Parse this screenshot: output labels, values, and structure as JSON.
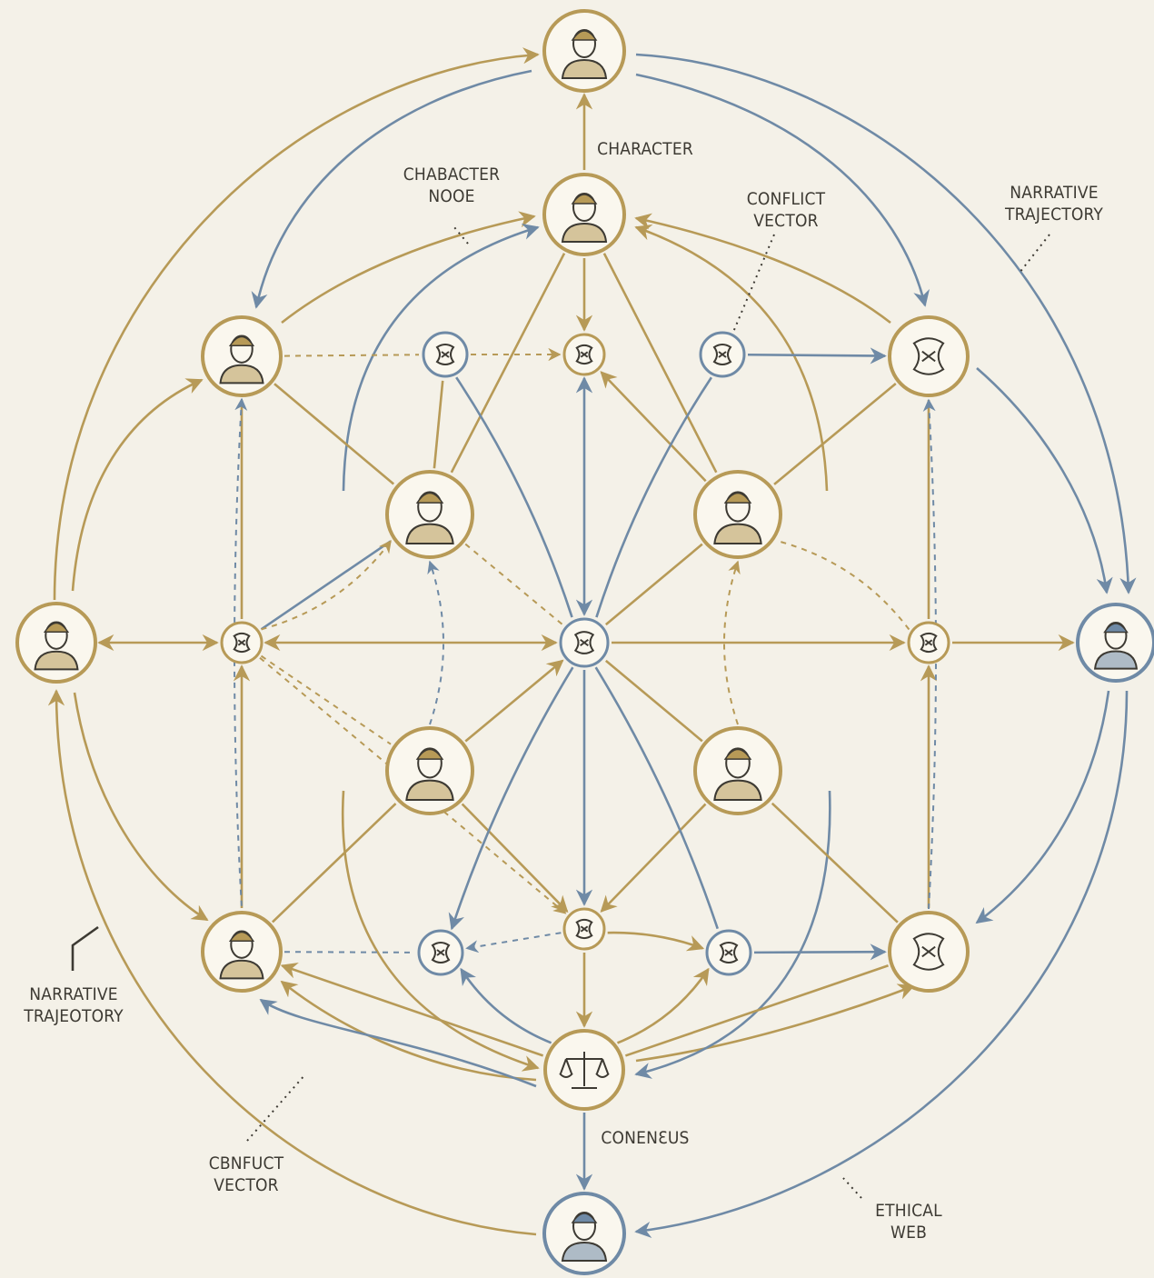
{
  "colors": {
    "background": "#f4f1e8",
    "gold": "#b79a57",
    "blue": "#6f8aa6",
    "ink": "#3d3a33",
    "node_fill": "#faf7ee"
  },
  "labels": {
    "character": "CHARACTER",
    "character_node": "CHABACTER\nNOOE",
    "conflict_vector_top": "CONFLICT\nVECTOR",
    "narrative_trajectory_top": "NARRATIVE\nTRAJECTORY",
    "narrative_trajectory_left": "NARRATIVE\nTRAJEOTORY",
    "consensus": "CONENƐUS",
    "conflict_vector_bottom": "CBNFUCT\nVECTOR",
    "ethical_web": "ETHICAL\nWEB"
  },
  "nodes": [
    {
      "id": "top",
      "kind": "person",
      "color": "gold",
      "icon": "person-icon"
    },
    {
      "id": "character",
      "kind": "person",
      "color": "gold",
      "icon": "person-icon"
    },
    {
      "id": "upper-left",
      "kind": "person",
      "color": "gold",
      "icon": "person-icon"
    },
    {
      "id": "upper-right",
      "kind": "symbol",
      "color": "gold",
      "icon": "web-icon"
    },
    {
      "id": "left",
      "kind": "person",
      "color": "gold",
      "icon": "person-icon"
    },
    {
      "id": "right",
      "kind": "person",
      "color": "blue",
      "icon": "person-icon"
    },
    {
      "id": "lower-left",
      "kind": "person",
      "color": "gold",
      "icon": "person-icon"
    },
    {
      "id": "lower-right",
      "kind": "symbol",
      "color": "gold",
      "icon": "figure-icon"
    },
    {
      "id": "consensus",
      "kind": "scales",
      "color": "gold",
      "icon": "scales-icon"
    },
    {
      "id": "bottom",
      "kind": "person",
      "color": "blue",
      "icon": "person-icon"
    },
    {
      "id": "inner-upper-left",
      "kind": "person",
      "color": "gold",
      "icon": "person-icon"
    },
    {
      "id": "inner-upper-right",
      "kind": "person",
      "color": "gold",
      "icon": "group-icon"
    },
    {
      "id": "inner-lower-left",
      "kind": "person",
      "color": "gold",
      "icon": "person-icon"
    },
    {
      "id": "inner-lower-right",
      "kind": "person",
      "color": "gold",
      "icon": "person-icon"
    },
    {
      "id": "center",
      "kind": "symbol",
      "color": "blue",
      "icon": "hub-icon"
    },
    {
      "id": "small-top-left",
      "kind": "symbol",
      "color": "blue",
      "icon": "knot-icon"
    },
    {
      "id": "small-top-center",
      "kind": "symbol",
      "color": "gold",
      "icon": "knot-icon"
    },
    {
      "id": "small-top-right",
      "kind": "symbol",
      "color": "blue",
      "icon": "eye-icon"
    },
    {
      "id": "small-mid-left",
      "kind": "symbol",
      "color": "gold",
      "icon": "knot-icon"
    },
    {
      "id": "small-mid-right",
      "kind": "symbol",
      "color": "gold",
      "icon": "knot-icon"
    },
    {
      "id": "small-bottom-center",
      "kind": "symbol",
      "color": "gold",
      "icon": "hand-icon"
    },
    {
      "id": "small-bottom-left",
      "kind": "symbol",
      "color": "blue",
      "icon": "cross-icon"
    },
    {
      "id": "small-bottom-right",
      "kind": "symbol",
      "color": "blue",
      "icon": "knot-icon"
    }
  ]
}
